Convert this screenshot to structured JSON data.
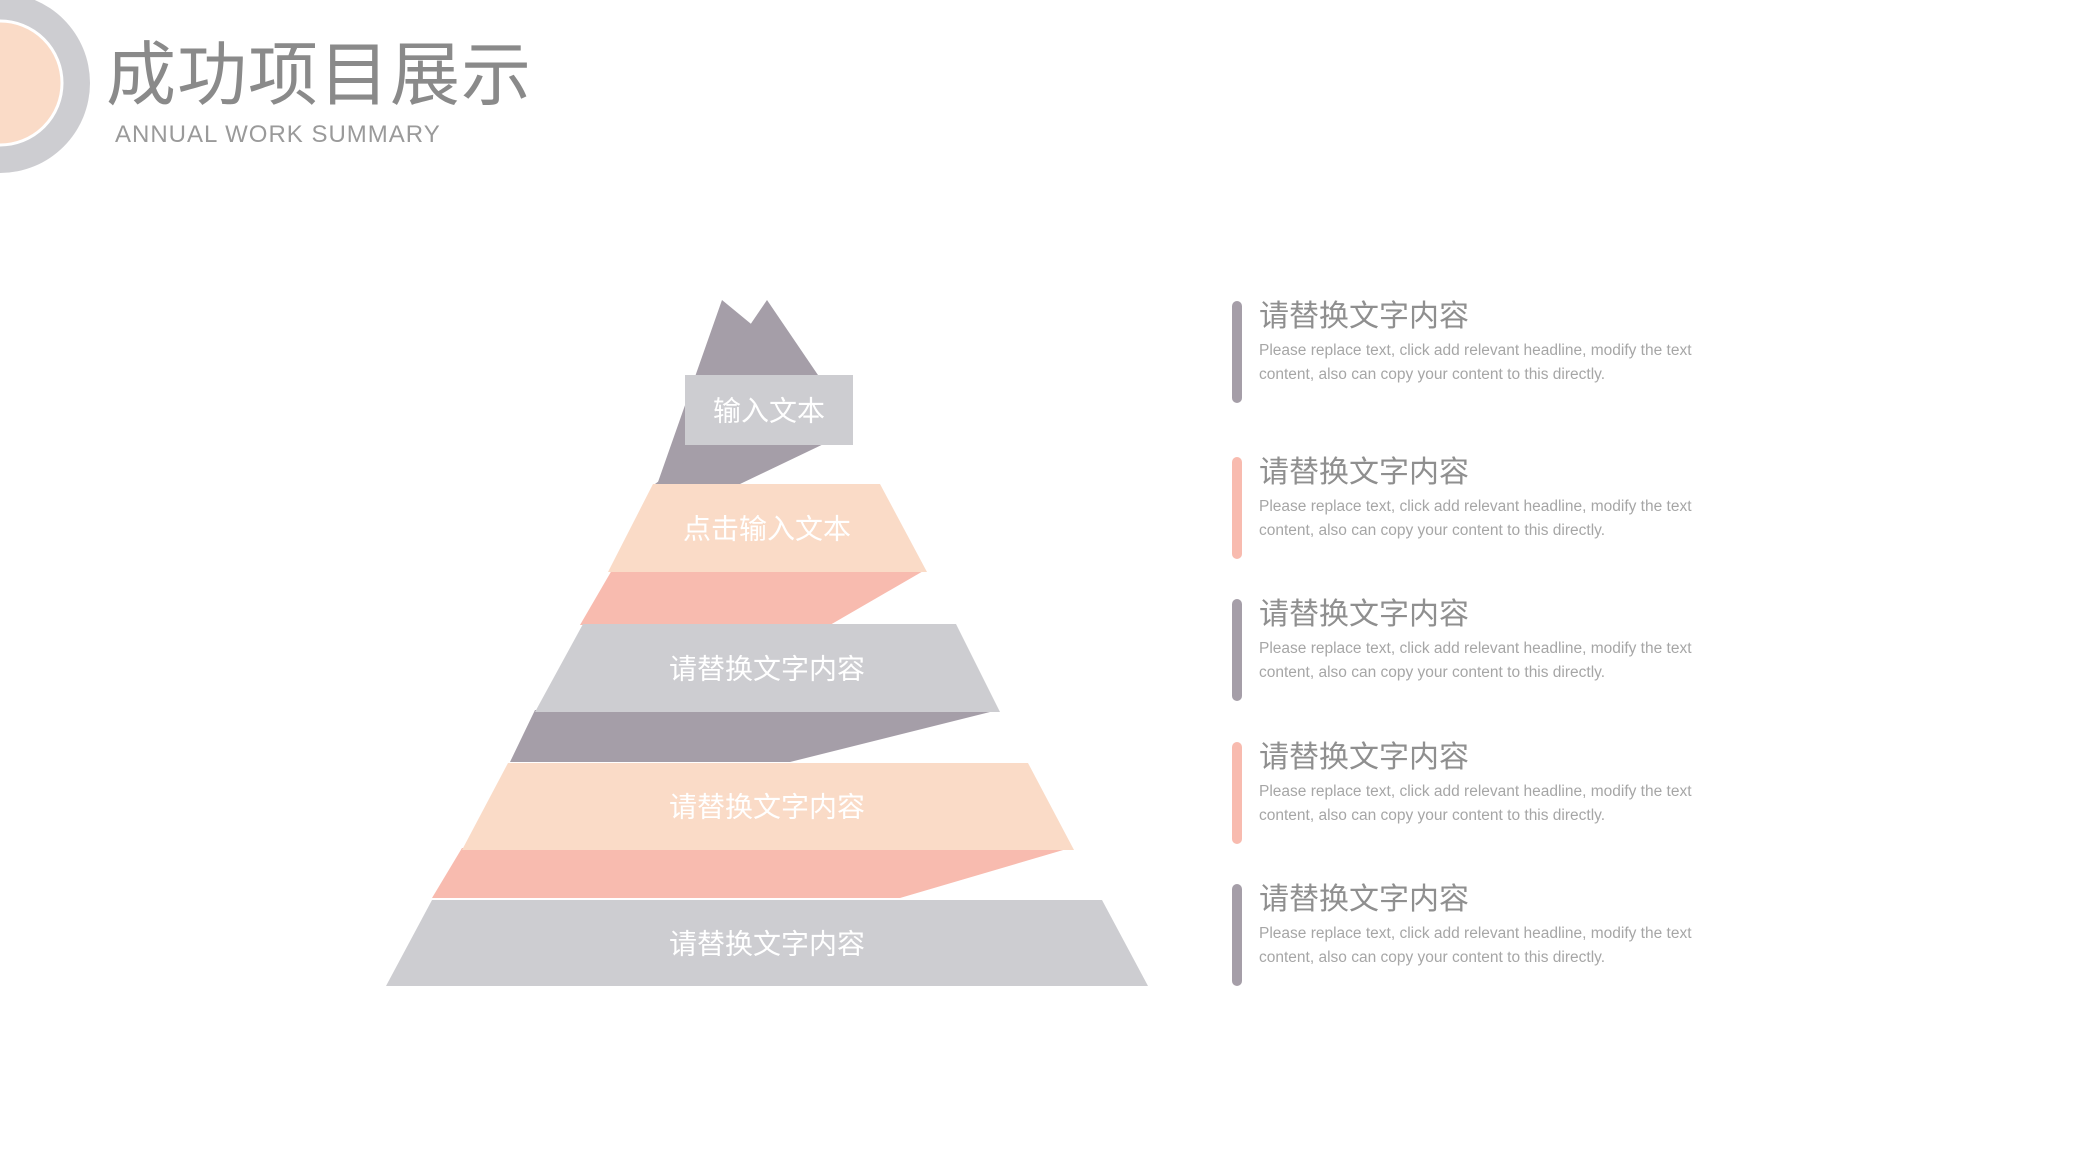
{
  "header": {
    "title": "成功项目展示",
    "subtitle": "ANNUAL WORK SUMMARY"
  },
  "colors": {
    "grey": "#cdcdd1",
    "mauve": "#a59ea8",
    "peach": "#fadbc7",
    "salmon": "#f8bbaf",
    "title_text": "#8a8a8a",
    "body_text": "#a6a6a6"
  },
  "pyramid": {
    "levels": [
      {
        "label": "输入文本",
        "color": "grey"
      },
      {
        "label": "点击输入文本",
        "color": "peach"
      },
      {
        "label": "请替换文字内容",
        "color": "grey"
      },
      {
        "label": "请替换文字内容",
        "color": "peach"
      },
      {
        "label": "请替换文字内容",
        "color": "grey"
      }
    ]
  },
  "items": [
    {
      "heading": "请替换文字内容",
      "desc": "Please replace text, click add relevant headline, modify the text content, also can copy your content to this directly.",
      "bar_color": "mauve"
    },
    {
      "heading": "请替换文字内容",
      "desc": "Please replace text, click add relevant headline, modify the text content, also can copy your content to this directly.",
      "bar_color": "salmon"
    },
    {
      "heading": "请替换文字内容",
      "desc": "Please replace text, click add relevant headline, modify the text content, also can copy your content to this directly.",
      "bar_color": "mauve"
    },
    {
      "heading": "请替换文字内容",
      "desc": "Please replace text, click add relevant headline, modify the text content, also can copy your content to this directly.",
      "bar_color": "salmon"
    },
    {
      "heading": "请替换文字内容",
      "desc": "Please replace text, click add relevant headline, modify the text content, also can copy your content to this directly.",
      "bar_color": "mauve"
    }
  ]
}
